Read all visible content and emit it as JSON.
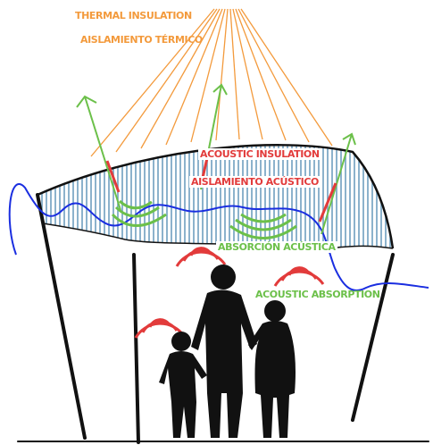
{
  "labels": {
    "thermal_insulation_en": "THERMAL INSULATION",
    "thermal_insulation_es": "AISLAMIENTO TÉRMICO",
    "acoustic_insulation_en": "ACOUSTIC INSULATION",
    "acoustic_insulation_es": "AISLAMIENTO ACÚSTICO",
    "acoustic_absorption_es": "ABSORCIÓN ACÚSTICA",
    "acoustic_absorption_en": "ACOUSTIC ABSORPTION"
  },
  "colors": {
    "thermal": "#f39a3c",
    "acoustic_insulation": "#e23b3b",
    "acoustic_absorption": "#6cc04a",
    "membrane_hatch": "#6f9fbf",
    "sound_wave": "#1a2ee0",
    "structure": "#111111",
    "people": "#111111"
  },
  "icons": [
    "sun-rays",
    "sound-wave-arcs",
    "bounce-arrows",
    "family-silhouette"
  ]
}
